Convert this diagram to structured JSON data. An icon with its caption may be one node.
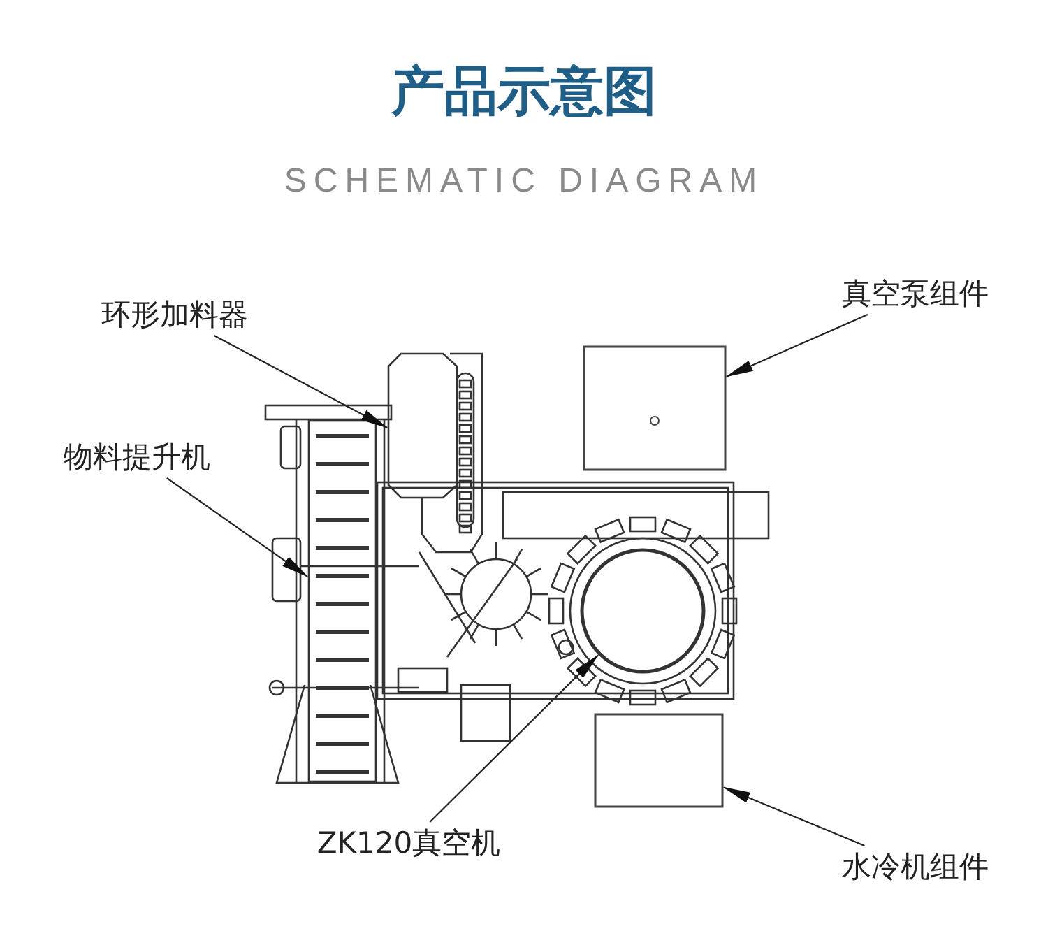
{
  "diagram": {
    "title": "产品示意图",
    "nodes": [
      {
        "text": [
          "真空泵组件"
        ]
      },
      {
        "text": [
          "环形加料器"
        ]
      },
      {
        "text": [
          "物料提升机"
        ]
      },
      {
        "text": [
          "ZK120真空机"
        ]
      },
      {
        "text": [
          "水冷机组件"
        ]
      },
      {
        "text": [],
        "shape": "box"
      },
      {
        "text": [],
        "shape": "picture"
      },
      {
        "text": [],
        "shape": "picture"
      },
      {
        "text": [],
        "shape": "circle"
      },
      {
        "text": [],
        "shape": "box"
      }
    ],
    "edges": [
      {
        "from": 0,
        "to": 5,
        "arrow": "to"
      },
      {
        "from": 1,
        "to": 7,
        "arrow": "to"
      },
      {
        "from": 2,
        "to": 6,
        "arrow": "to"
      },
      {
        "from": 3,
        "to": 8,
        "arrow": "to"
      },
      {
        "from": 4,
        "to": 9,
        "arrow": "to"
      }
    ],
    "labels": [
      "SCHEMATIC DIAGRAM"
    ]
  }
}
